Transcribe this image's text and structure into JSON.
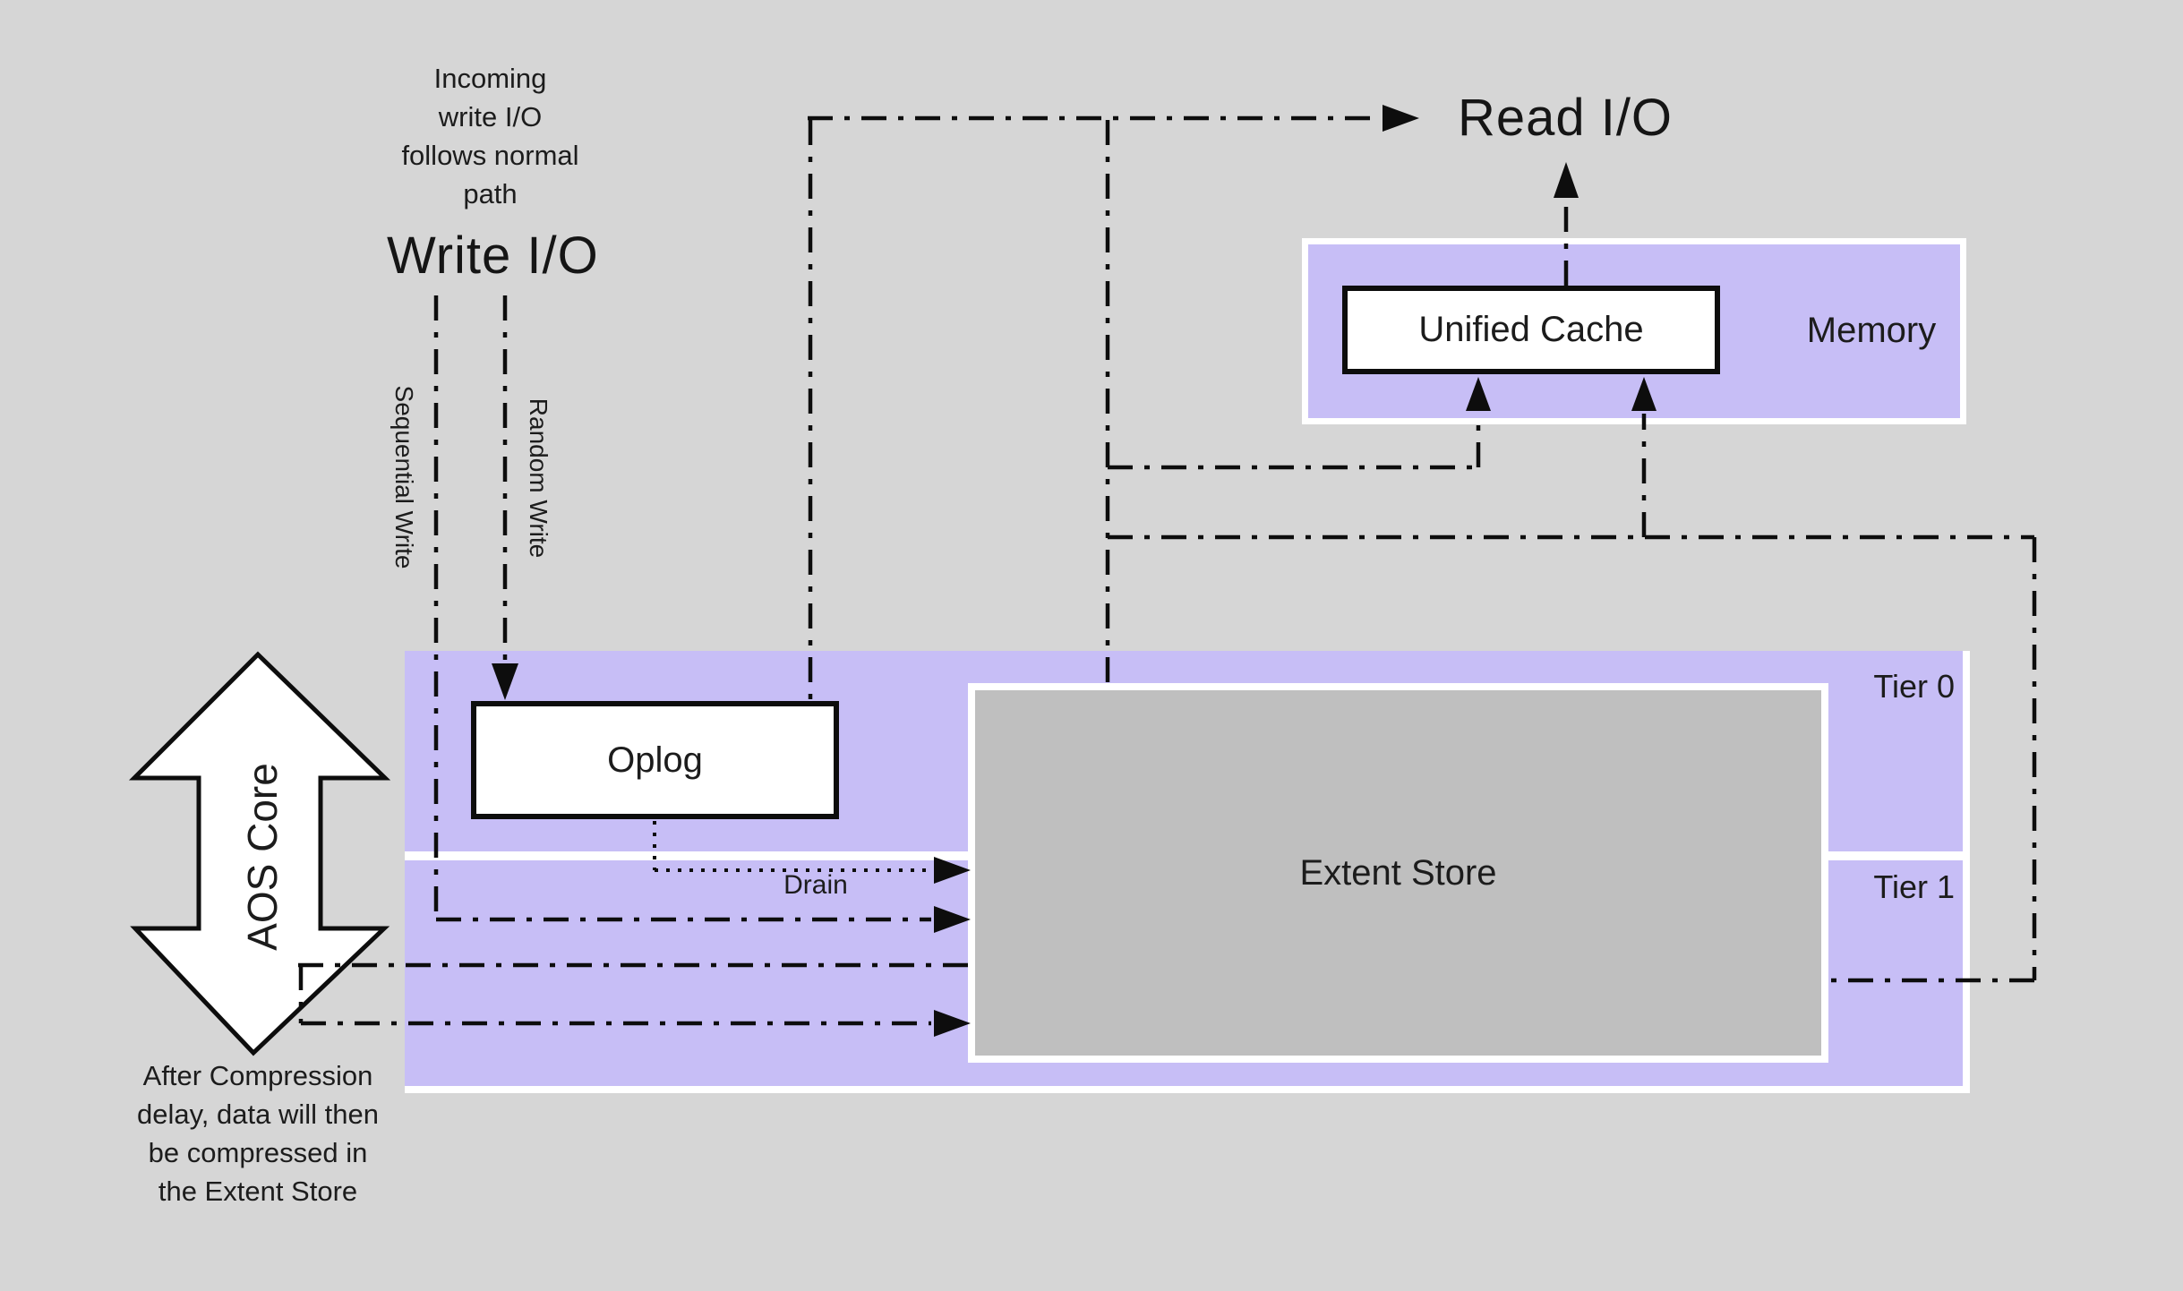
{
  "colors": {
    "background": "#d6d6d6",
    "purple": "#c7bef6",
    "store_gray": "#bfbfbf",
    "line": "#0d0d0d",
    "box_white": "#ffffff"
  },
  "annotations": {
    "incoming_note": "Incoming\nwrite I/O\nfollows normal\npath",
    "compression_note": "After Compression\ndelay, data will then\nbe compressed in\nthe Extent Store",
    "write_io": "Write I/O",
    "read_io": "Read I/O",
    "sequential_write": "Sequential Write",
    "random_write": "Random Write",
    "drain": "Drain",
    "aos_core": "AOS Core"
  },
  "containers": {
    "memory": {
      "label": "Memory"
    },
    "tier0": {
      "label": "Tier 0"
    },
    "tier1": {
      "label": "Tier 1"
    }
  },
  "nodes": {
    "unified_cache": {
      "label": "Unified Cache"
    },
    "oplog": {
      "label": "Oplog"
    },
    "extent_store": {
      "label": "Extent Store"
    }
  }
}
